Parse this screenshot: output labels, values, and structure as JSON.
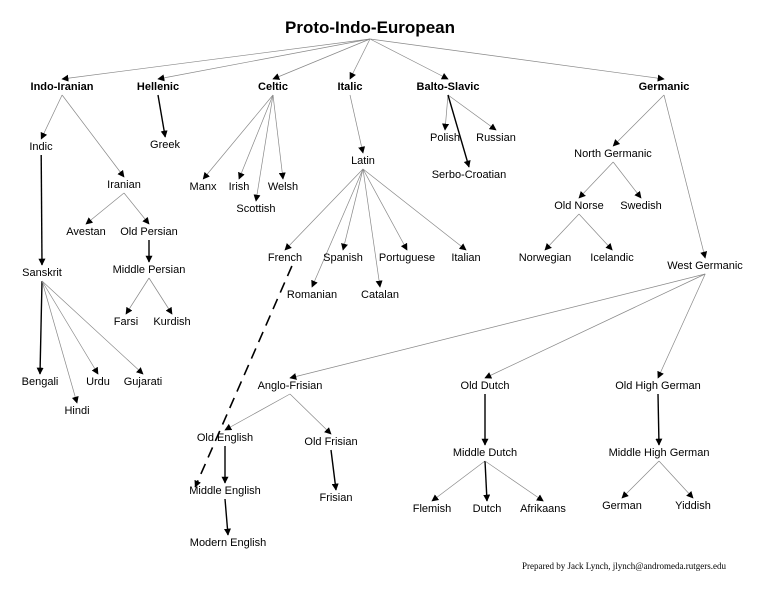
{
  "title": "Proto-Indo-European",
  "credit": "Prepared by Jack Lynch, jlynch@andromeda.rutgers.edu",
  "nodes": {
    "indo_iranian": "Indo-Iranian",
    "hellenic": "Hellenic",
    "celtic": "Celtic",
    "italic": "Italic",
    "balto_slavic": "Balto-Slavic",
    "germanic": "Germanic",
    "indic": "Indic",
    "iranian": "Iranian",
    "greek": "Greek",
    "manx": "Manx",
    "irish": "Irish",
    "welsh": "Welsh",
    "scottish": "Scottish",
    "latin": "Latin",
    "polish": "Polish",
    "russian": "Russian",
    "serbo_croatian": "Serbo-Croatian",
    "north_germanic": "North Germanic",
    "old_norse": "Old Norse",
    "swedish": "Swedish",
    "norwegian": "Norwegian",
    "icelandic": "Icelandic",
    "west_germanic": "West Germanic",
    "avestan": "Avestan",
    "old_persian": "Old Persian",
    "middle_persian": "Middle Persian",
    "farsi": "Farsi",
    "kurdish": "Kurdish",
    "sanskrit": "Sanskrit",
    "bengali": "Bengali",
    "hindi": "Hindi",
    "urdu": "Urdu",
    "gujarati": "Gujarati",
    "french": "French",
    "spanish": "Spanish",
    "portuguese": "Portuguese",
    "italian": "Italian",
    "romanian": "Romanian",
    "catalan": "Catalan",
    "anglo_frisian": "Anglo-Frisian",
    "old_english": "Old English",
    "old_frisian": "Old Frisian",
    "middle_english": "Middle English",
    "frisian": "Frisian",
    "modern_english": "Modern English",
    "old_dutch": "Old Dutch",
    "middle_dutch": "Middle Dutch",
    "flemish": "Flemish",
    "dutch": "Dutch",
    "afrikaans": "Afrikaans",
    "old_high_german": "Old High German",
    "middle_high_german": "Middle High German",
    "german": "German",
    "yiddish": "Yiddish"
  },
  "edges": [
    [
      "title",
      "indo_iranian",
      "thin"
    ],
    [
      "title",
      "hellenic",
      "thin"
    ],
    [
      "title",
      "celtic",
      "thin"
    ],
    [
      "title",
      "italic",
      "thin"
    ],
    [
      "title",
      "balto_slavic",
      "thin"
    ],
    [
      "title",
      "germanic",
      "thin"
    ],
    [
      "indo_iranian",
      "indic",
      "thin"
    ],
    [
      "indo_iranian",
      "iranian",
      "thin"
    ],
    [
      "hellenic",
      "greek",
      "arrow"
    ],
    [
      "celtic",
      "manx",
      "thin"
    ],
    [
      "celtic",
      "irish",
      "thin"
    ],
    [
      "celtic",
      "scottish",
      "thin"
    ],
    [
      "celtic",
      "welsh",
      "thin"
    ],
    [
      "italic",
      "latin",
      "thin"
    ],
    [
      "balto_slavic",
      "polish",
      "thin"
    ],
    [
      "balto_slavic",
      "russian",
      "thin"
    ],
    [
      "balto_slavic",
      "serbo_croatian",
      "arrow"
    ],
    [
      "germanic",
      "north_germanic",
      "thin"
    ],
    [
      "germanic",
      "west_germanic",
      "thin"
    ],
    [
      "north_germanic",
      "old_norse",
      "thin"
    ],
    [
      "north_germanic",
      "swedish",
      "thin"
    ],
    [
      "old_norse",
      "norwegian",
      "thin"
    ],
    [
      "old_norse",
      "icelandic",
      "thin"
    ],
    [
      "indic",
      "sanskrit",
      "arrow"
    ],
    [
      "iranian",
      "avestan",
      "thin"
    ],
    [
      "iranian",
      "old_persian",
      "thin"
    ],
    [
      "old_persian",
      "middle_persian",
      "arrow"
    ],
    [
      "middle_persian",
      "farsi",
      "thin"
    ],
    [
      "middle_persian",
      "kurdish",
      "thin"
    ],
    [
      "sanskrit",
      "bengali",
      "arrow"
    ],
    [
      "sanskrit",
      "hindi",
      "thin"
    ],
    [
      "sanskrit",
      "urdu",
      "thin"
    ],
    [
      "sanskrit",
      "gujarati",
      "thin"
    ],
    [
      "latin",
      "french",
      "thin"
    ],
    [
      "latin",
      "romanian",
      "thin"
    ],
    [
      "latin",
      "spanish",
      "thin"
    ],
    [
      "latin",
      "catalan",
      "thin"
    ],
    [
      "latin",
      "portuguese",
      "thin"
    ],
    [
      "latin",
      "italian",
      "thin"
    ],
    [
      "french",
      "middle_english",
      "dashed"
    ],
    [
      "west_germanic",
      "anglo_frisian",
      "thin"
    ],
    [
      "west_germanic",
      "old_dutch",
      "thin"
    ],
    [
      "west_germanic",
      "old_high_german",
      "thin"
    ],
    [
      "anglo_frisian",
      "old_english",
      "thin"
    ],
    [
      "anglo_frisian",
      "old_frisian",
      "thin"
    ],
    [
      "old_english",
      "middle_english",
      "arrow"
    ],
    [
      "old_frisian",
      "frisian",
      "arrow"
    ],
    [
      "middle_english",
      "modern_english",
      "arrow"
    ],
    [
      "old_dutch",
      "middle_dutch",
      "arrow"
    ],
    [
      "middle_dutch",
      "flemish",
      "thin"
    ],
    [
      "middle_dutch",
      "dutch",
      "arrow"
    ],
    [
      "middle_dutch",
      "afrikaans",
      "thin"
    ],
    [
      "old_high_german",
      "middle_high_german",
      "arrow"
    ],
    [
      "middle_high_german",
      "german",
      "thin"
    ],
    [
      "middle_high_german",
      "yiddish",
      "thin"
    ]
  ]
}
